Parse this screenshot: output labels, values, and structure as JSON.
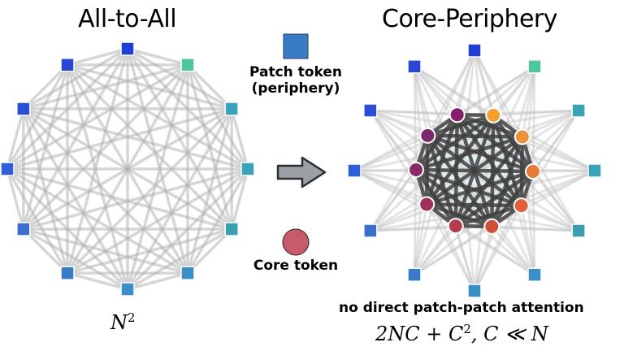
{
  "left_panel": {
    "title": "All-to-All",
    "formula": {
      "base": "N",
      "exp": "2"
    },
    "node_colors": [
      "#1f3fd6",
      "#4fc6a0",
      "#3aa3b8",
      "#3aa3b8",
      "#3a9db0",
      "#3a8fc6",
      "#3a8fc6",
      "#3a7bc6",
      "#3a6fd0",
      "#2f5fd8",
      "#2a4ed8",
      "#2a46d6"
    ]
  },
  "right_panel": {
    "title": "Core-Periphery",
    "caption": "no direct patch-patch attention",
    "formula": {
      "a": "2NC + C",
      "a_exp": "2",
      "b": ",  C ≪ N"
    },
    "periphery_colors": [
      "#1f3fd6",
      "#4fc6a0",
      "#3aa3b8",
      "#3aa3b8",
      "#3a9db0",
      "#3a8fc6",
      "#3a8fc6",
      "#3a7bc6",
      "#3a6fd0",
      "#2f5fd8",
      "#2a4ed8",
      "#2a46d6"
    ],
    "core_colors": [
      "#8a1e6e",
      "#f0a030",
      "#f09038",
      "#e87a36",
      "#e06038",
      "#d04e3c",
      "#b63a50",
      "#9e3060",
      "#8a2a68",
      "#7a2a6c"
    ]
  },
  "legend": {
    "patch_label_line1": "Patch token",
    "patch_label_line2": "(periphery)",
    "patch_color": "#3a7bc6",
    "core_label": "Core token",
    "core_color": "#c85a6a"
  },
  "arrow": {
    "color": "#9aa0a4"
  }
}
